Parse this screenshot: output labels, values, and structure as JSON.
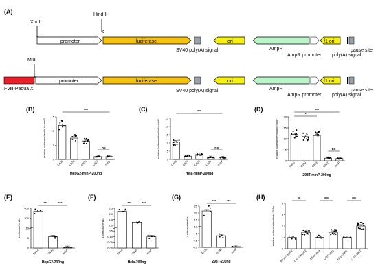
{
  "panel_labels": [
    "(A)",
    "(B)",
    "(C)",
    "(D)",
    "(E)",
    "(F)",
    "(G)",
    "(H)"
  ],
  "map": {
    "row1": {
      "sites": [
        "XhoI",
        "HindIII"
      ],
      "promoter": "promoter",
      "luciferase": "luciferase",
      "sv40": "SV40 poly(A) signal",
      "ori": "ori",
      "ampr": "AmpR",
      "ampr_promoter": "AmpR promoter",
      "f1": "f1 ori",
      "pause": "pause site",
      "polya": "poly(A) signal"
    },
    "row2": {
      "sites": [
        "MluI"
      ],
      "fviii": "FⅧ-Padua X",
      "promoter": "promoter",
      "luciferase": "luciferase",
      "sv40": "SV40 poly(A) signal",
      "ori": "ori",
      "ampr": "AmpR",
      "ampr_promoter": "AmpR promoter",
      "f1": "f1 ori",
      "pause": "pause site",
      "polya": "poly(A) signal"
    }
  },
  "colors": {
    "luciferase": "#f5c211",
    "ori": "#f7f015",
    "ampr": "#b9f5c9",
    "fviii": "#e8202a",
    "grey": "#9aa3ab"
  },
  "chart_data": [
    {
      "id": "B",
      "type": "bar",
      "title": "HepG2-minP-200ng",
      "ylabel": "relative luciferase/renilla to minP",
      "categories": [
        "C400",
        "C370",
        "C403",
        "C627",
        "minp"
      ],
      "values": [
        12,
        7.5,
        6.5,
        1,
        1
      ],
      "ylim": [
        0,
        15
      ],
      "yticks": [
        "0",
        "5",
        "10",
        "15"
      ],
      "sig": [
        "***",
        "ns"
      ]
    },
    {
      "id": "C",
      "type": "bar",
      "title": "Hela-minP-200ng",
      "ylabel": "relative luciferase/renilla to minP",
      "categories": [
        "C400",
        "C370",
        "C403",
        "C627",
        "minP"
      ],
      "values": [
        10.5,
        2,
        3,
        1.2,
        1
      ],
      "ylim": [
        0,
        25
      ],
      "yticks": [
        "0",
        "5",
        "10",
        "15",
        "20",
        "25"
      ],
      "sig": [
        "***",
        "ns"
      ]
    },
    {
      "id": "D",
      "type": "bar",
      "title": "293T-minP-200ng",
      "ylabel": "relative luciferase/renilla to minP",
      "categories": [
        "C400",
        "C370",
        "C403",
        "C627",
        "minP"
      ],
      "values": [
        12,
        11,
        11.5,
        1.2,
        1
      ],
      "ylim": [
        0,
        20
      ],
      "yticks": [
        "0",
        "5",
        "10",
        "15",
        "20"
      ],
      "sig": [
        "***",
        "*",
        "ns"
      ]
    },
    {
      "id": "E",
      "type": "bar",
      "title": "HepG2-200ng",
      "ylabel": "luciferase/renilla",
      "categories": [
        "EF1a",
        "SV40",
        "minP"
      ],
      "values": [
        350,
        5.5,
        0.3
      ],
      "yticks": [
        "0",
        "5",
        "10",
        "200",
        "400"
      ],
      "sig": [
        "***",
        "***"
      ]
    },
    {
      "id": "F",
      "type": "bar",
      "title": "Hela-200ng",
      "ylabel": "luciferase/renilla",
      "categories": [
        "EF1a",
        "SV40",
        "minP"
      ],
      "values": [
        2.1,
        0.95,
        0.07
      ],
      "yticks": [
        "0.00",
        "0.05",
        "0.10",
        "0.5",
        "1.0",
        "1.5",
        "2.0",
        "2.5"
      ],
      "sig": [
        "***",
        "***"
      ]
    },
    {
      "id": "G",
      "type": "bar",
      "title": "293T-200ng",
      "ylabel": "luciferase/renilla",
      "categories": [
        "EF1a",
        "SV40",
        "minP"
      ],
      "values": [
        18,
        5,
        0.3
      ],
      "yticks": [
        "0.0",
        "0.5",
        "5",
        "10",
        "15",
        "20",
        "25"
      ],
      "sig": [
        "***",
        "***"
      ]
    },
    {
      "id": "H",
      "type": "bar",
      "title": "",
      "ylabel": "relative luciferase/renilla to EF1a",
      "categories": [
        "EF1a-HepG2",
        "C400-HepG2",
        "EF1a-Hela",
        "C400-Hela",
        "EF1a-293T",
        "C400-293T"
      ],
      "values": [
        1,
        1.45,
        1,
        1.45,
        1,
        2
      ],
      "ylim": [
        0,
        4
      ],
      "yticks": [
        "0",
        "1",
        "2",
        "3",
        "4"
      ],
      "sig": [
        "**",
        "***",
        "***"
      ]
    }
  ]
}
